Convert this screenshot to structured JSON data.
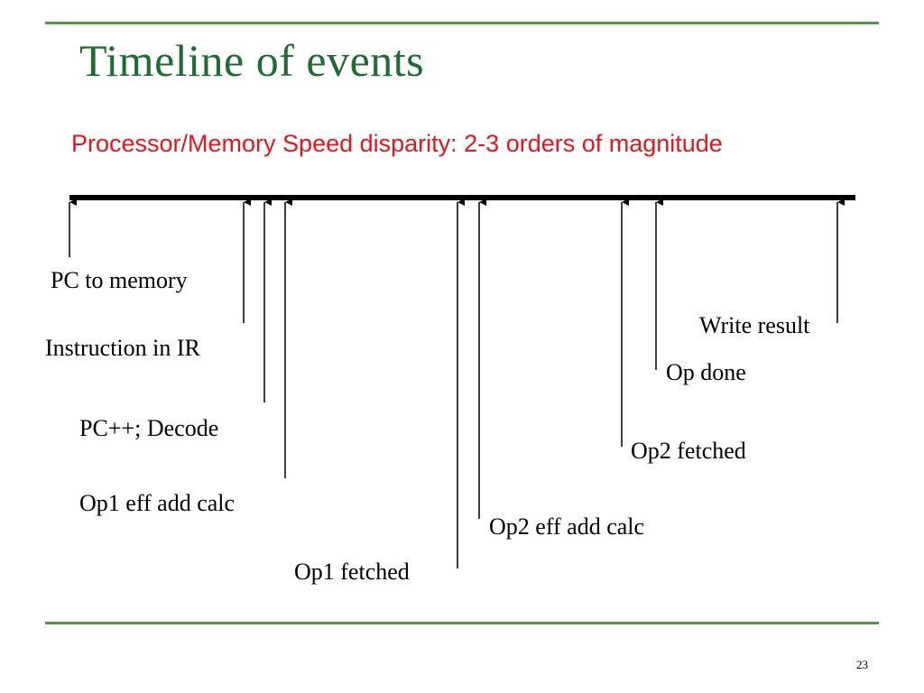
{
  "slide": {
    "title": "Timeline of events",
    "subtitle": "Processor/Memory Speed disparity: 2-3 orders of magnitude",
    "page_number": "23"
  },
  "events": [
    {
      "id": "pc-to-memory",
      "label": "PC to memory"
    },
    {
      "id": "instruction-in-ir",
      "label": "Instruction in IR"
    },
    {
      "id": "pc-decode",
      "label": "PC++; Decode"
    },
    {
      "id": "op1-eff-add-calc",
      "label": "Op1 eff add calc"
    },
    {
      "id": "op1-fetched",
      "label": "Op1 fetched"
    },
    {
      "id": "op2-eff-add-calc",
      "label": "Op2 eff add calc"
    },
    {
      "id": "op2-fetched",
      "label": "Op2 fetched"
    },
    {
      "id": "op-done",
      "label": "Op done"
    },
    {
      "id": "write-result",
      "label": "Write result"
    }
  ],
  "colors": {
    "title": "#1e6b34",
    "rule": "#4f9a3c",
    "subtitle": "#e8141b",
    "timeline": "#000000"
  }
}
